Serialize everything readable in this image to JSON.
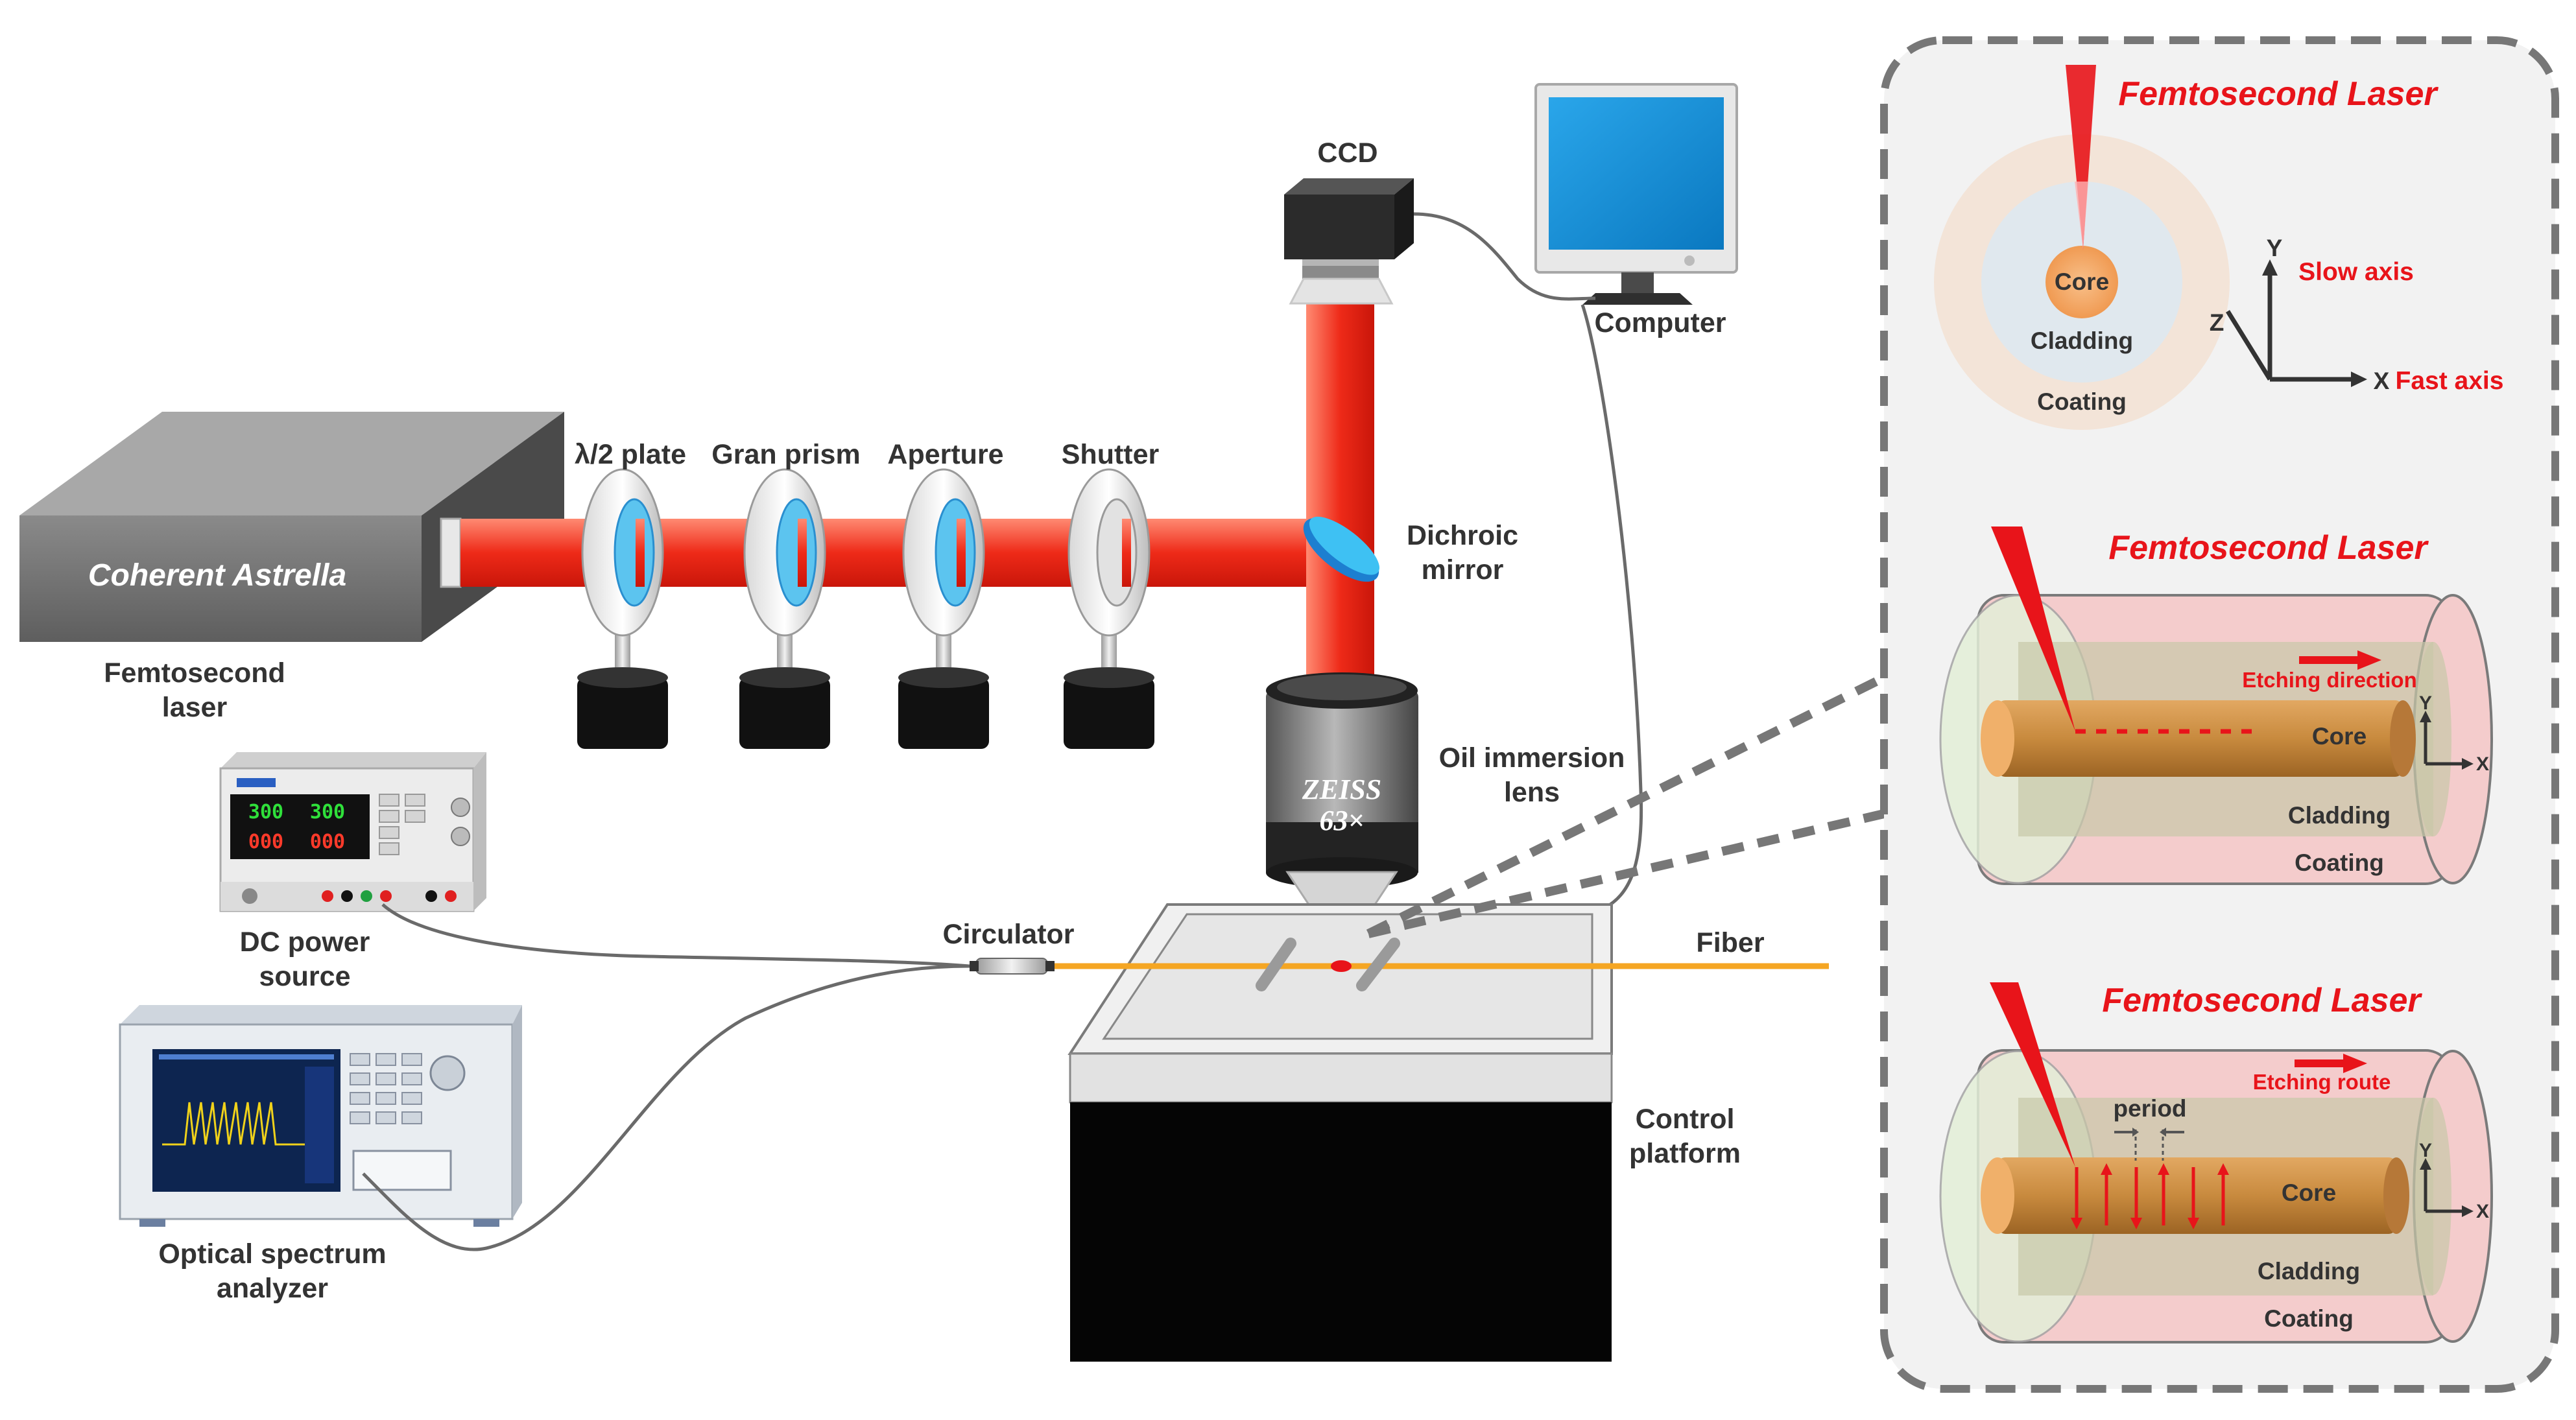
{
  "labels": {
    "coherent_astrella": "Coherent  Astrella",
    "femtosecond_laser_line1": "Femtosecond",
    "femtosecond_laser_line2": "laser",
    "half_wave_plate": "λ/2 plate",
    "gran_prism": "Gran prism",
    "aperture": "Aperture",
    "shutter": "Shutter",
    "ccd": "CCD",
    "computer": "Computer",
    "dichroic_line1": "Dichroic",
    "dichroic_line2": "mirror",
    "oil_line1": "Oil  immersion",
    "oil_line2": "lens",
    "zeiss_brand": "ZEISS",
    "zeiss_mag": "63×",
    "dc_line1": "DC power",
    "dc_line2": "source",
    "circulator": "Circulator",
    "fiber": "Fiber",
    "control_line1": "Control",
    "control_line2": "platform",
    "osa_line1": "Optical spectrum",
    "osa_line2": "analyzer"
  },
  "dc_display": {
    "top_left": "300",
    "top_right": "300",
    "bottom_left": "000",
    "bottom_right": "000"
  },
  "inset_top": {
    "title": "Femtosecond  Laser",
    "core": "Core",
    "cladding": "Cladding",
    "coating": "Coating",
    "axis_y": "Y",
    "axis_z": "Z",
    "axis_x": "X",
    "slow_axis": "Slow axis",
    "fast_axis": "Fast axis"
  },
  "inset_middle": {
    "title": "Femtosecond  Laser",
    "etching": "Etching direction",
    "core": "Core",
    "cladding": "Cladding",
    "coating": "Coating",
    "axis_y": "Y",
    "axis_x": "X"
  },
  "inset_bottom": {
    "title": "Femtosecond  Laser",
    "etching": "Etching route",
    "period": "period",
    "core": "Core",
    "cladding": "Cladding",
    "coating": "Coating",
    "axis_y": "Y",
    "axis_x": "X"
  },
  "colors": {
    "beam": "#ee2a18",
    "fiber": "#f5a623",
    "laser_red": "#e8141a",
    "inset_border": "#777777",
    "monitor_screen": "#1290d8"
  }
}
